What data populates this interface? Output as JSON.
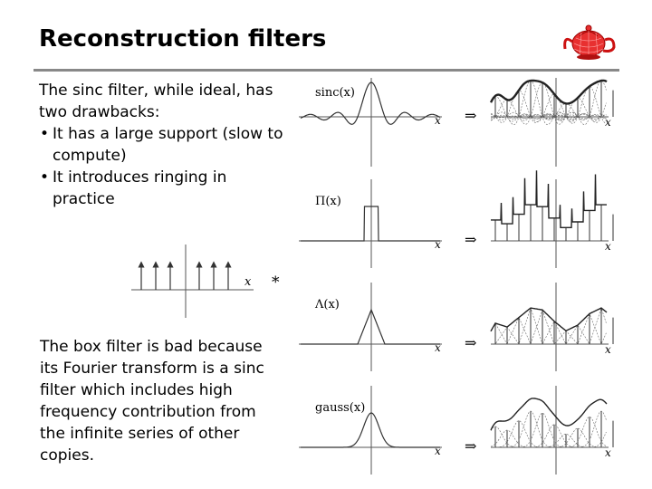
{
  "slide": {
    "title": "Reconstruction filters",
    "intro": "The sinc filter, while ideal, has two drawbacks:",
    "bullets": [
      "It has a large support (slow to compute)",
      "It introduces ringing in practice"
    ],
    "box_paragraph": "The box filter is bad because its Fourier transform is a sinc filter which includes high frequency contribution from the infinite series of other copies."
  },
  "diagram": {
    "filters": [
      {
        "label": "sinc(x)",
        "axis_label": "x"
      },
      {
        "label": "Π(x)",
        "axis_label": "x"
      },
      {
        "label": "Λ(x)",
        "axis_label": "x"
      },
      {
        "label": "gauss(x)",
        "axis_label": "x"
      }
    ],
    "implies_symbol": "⇒",
    "sample_axis_label": "x",
    "convolution_symbol": "*",
    "result_axis_label": "x"
  },
  "colors": {
    "rule": "#888888",
    "logo": "#cc1111",
    "plot_line": "#444444"
  }
}
